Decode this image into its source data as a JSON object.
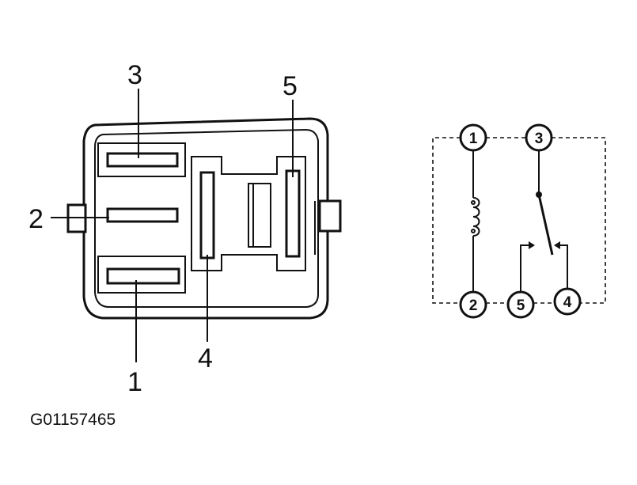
{
  "figure_code": "G01157465",
  "connector_view": {
    "terminal_labels": [
      "1",
      "2",
      "3",
      "4",
      "5"
    ]
  },
  "schematic": {
    "terminal_labels": [
      "1",
      "2",
      "3",
      "4",
      "5"
    ]
  }
}
